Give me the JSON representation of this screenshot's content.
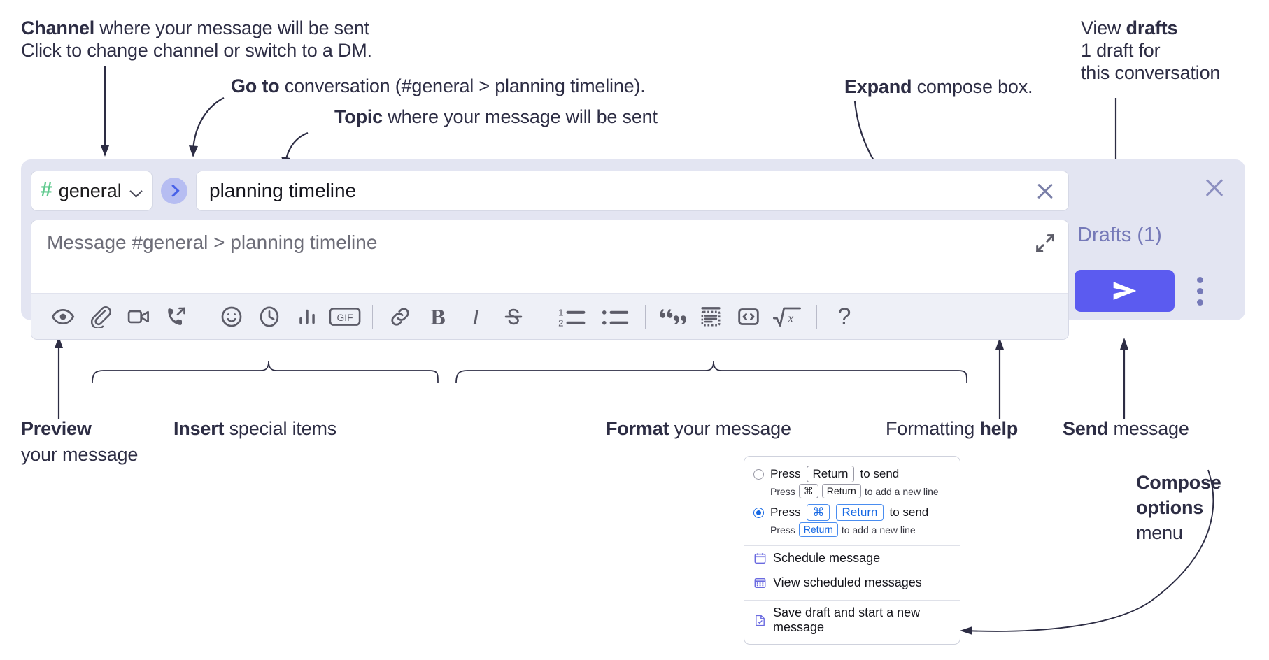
{
  "annotations": {
    "channel": {
      "bold": "Channel",
      "rest": " where your message will be sent",
      "sub": "Click to change channel or switch to a DM."
    },
    "goto": {
      "bold": "Go to",
      "rest": " conversation (#general > planning timeline)."
    },
    "topic": {
      "bold": "Topic",
      "rest": " where your message will be sent"
    },
    "expand": {
      "bold": "Expand",
      "rest": " compose box."
    },
    "drafts": {
      "pre": "View ",
      "bold": "drafts",
      "sub1": "1 draft for",
      "sub2": "this conversation"
    },
    "preview": {
      "bold": "Preview",
      "sub": "your message"
    },
    "insert": {
      "bold": "Insert",
      "rest": " special items"
    },
    "format": {
      "bold": "Format",
      "rest": " your message"
    },
    "help": {
      "pre": "Formatting ",
      "bold": "help"
    },
    "send": {
      "bold": "Send",
      "rest": " message"
    },
    "compose_options": {
      "l1": "Compose",
      "l2": "options",
      "l3": "menu"
    }
  },
  "compose": {
    "channel": {
      "hash": "#",
      "name": "general",
      "chevron_icon": "chevron-down-icon"
    },
    "goto_button_icon": "chevron-right-icon",
    "topic": {
      "value": "planning timeline",
      "clear_icon": "close-icon"
    },
    "message": {
      "placeholder": "Message #general > planning timeline",
      "value": "",
      "expand_icon": "expand-icon"
    },
    "toolbar": [
      {
        "name": "preview-button",
        "icon": "eye-icon",
        "kind": "svg"
      },
      {
        "name": "attach-button",
        "icon": "paperclip-icon",
        "kind": "svg"
      },
      {
        "name": "video-button",
        "icon": "video-camera-icon",
        "kind": "svg"
      },
      {
        "name": "huddle-button",
        "icon": "phone-icon",
        "kind": "svg"
      },
      {
        "name": "separator-1",
        "icon": "divider",
        "kind": "sep"
      },
      {
        "name": "emoji-button",
        "icon": "smiley-icon",
        "kind": "svg"
      },
      {
        "name": "reminder-button",
        "icon": "clock-icon",
        "kind": "svg"
      },
      {
        "name": "poll-button",
        "icon": "bar-chart-icon",
        "kind": "svg"
      },
      {
        "name": "gif-button",
        "icon": "gif-icon",
        "kind": "svg"
      },
      {
        "name": "separator-2",
        "icon": "divider",
        "kind": "sep"
      },
      {
        "name": "link-button",
        "icon": "link-icon",
        "kind": "svg"
      },
      {
        "name": "bold-button",
        "icon": "bold-icon",
        "kind": "text",
        "label": "B"
      },
      {
        "name": "italic-button",
        "icon": "italic-icon",
        "kind": "text",
        "label": "I"
      },
      {
        "name": "strikethrough-button",
        "icon": "strikethrough-icon",
        "kind": "svg"
      },
      {
        "name": "separator-3",
        "icon": "divider",
        "kind": "sep"
      },
      {
        "name": "ordered-list-button",
        "icon": "ordered-list-icon",
        "kind": "svg"
      },
      {
        "name": "bulleted-list-button",
        "icon": "bulleted-list-icon",
        "kind": "svg"
      },
      {
        "name": "separator-4",
        "icon": "divider",
        "kind": "sep"
      },
      {
        "name": "blockquote-button",
        "icon": "quote-icon",
        "kind": "svg"
      },
      {
        "name": "code-block-button",
        "icon": "code-block-icon",
        "kind": "svg"
      },
      {
        "name": "code-button",
        "icon": "code-icon",
        "kind": "svg"
      },
      {
        "name": "math-button",
        "icon": "square-root-icon",
        "kind": "svg"
      },
      {
        "name": "separator-5",
        "icon": "divider",
        "kind": "sep"
      },
      {
        "name": "formatting-help-button",
        "icon": "question-mark-icon",
        "kind": "text",
        "label": "?"
      }
    ],
    "rail": {
      "close_icon": "close-icon",
      "drafts_label": "Drafts (1)",
      "send_icon": "paper-plane-icon",
      "kebab_icon": "more-options-icon"
    }
  },
  "menu": {
    "options": [
      {
        "selected": false,
        "pre": "Press",
        "keys": [
          "Return"
        ],
        "post": "to send",
        "sub_pre": "Press",
        "sub_keys": [
          "⌘",
          "Return"
        ],
        "sub_post": "to add a new line"
      },
      {
        "selected": true,
        "pre": "Press",
        "keys": [
          "⌘",
          "Return"
        ],
        "post": "to send",
        "sub_pre": "Press",
        "sub_keys": [
          "Return"
        ],
        "sub_post": "to add a new line"
      }
    ],
    "items": [
      {
        "icon": "calendar-schedule-icon",
        "label": "Schedule message"
      },
      {
        "icon": "calendar-view-icon",
        "label": "View scheduled messages"
      },
      {
        "icon": "save-draft-icon",
        "label": "Save draft and start a new message"
      }
    ]
  },
  "colors": {
    "panel_bg": "#e3e5f2",
    "send_purple": "#5b5bf0",
    "hash_green": "#5ec98c",
    "goto_blue": "#4760e8",
    "drafts_text": "#7579b8",
    "ink": "#2d2d44"
  }
}
